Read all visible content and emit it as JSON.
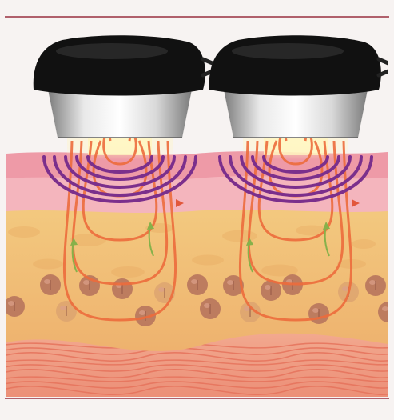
{
  "figure": {
    "border_color": "#b0606c",
    "background": "#f7f3f2",
    "probe_count": 2
  },
  "colors": {
    "probe_cap": "#111111",
    "probe_metal_light": "#f2f2f2",
    "probe_metal_dark": "#8a8a8a",
    "epidermis": "#ef9aa6",
    "dermis": "#f4b2ba",
    "fat": "#f2c27a",
    "fat_cell": "#b9785e",
    "muscle": "#ef9a84",
    "muscle_fiber": "#e6735c",
    "rf_field": "#ec6b3c",
    "em_arc": "#7b2f8c",
    "current_arrow": "#86b14a",
    "light_glow": "#fff6bf"
  },
  "layers": [
    "probe-cap",
    "probe-metal-head",
    "light-beam",
    "epidermis",
    "dermis",
    "subcutaneous-fat",
    "fat-cells",
    "muscle-layer"
  ],
  "icons": [
    "cable-icon",
    "arrow-right-icon",
    "arrow-up-icon"
  ]
}
